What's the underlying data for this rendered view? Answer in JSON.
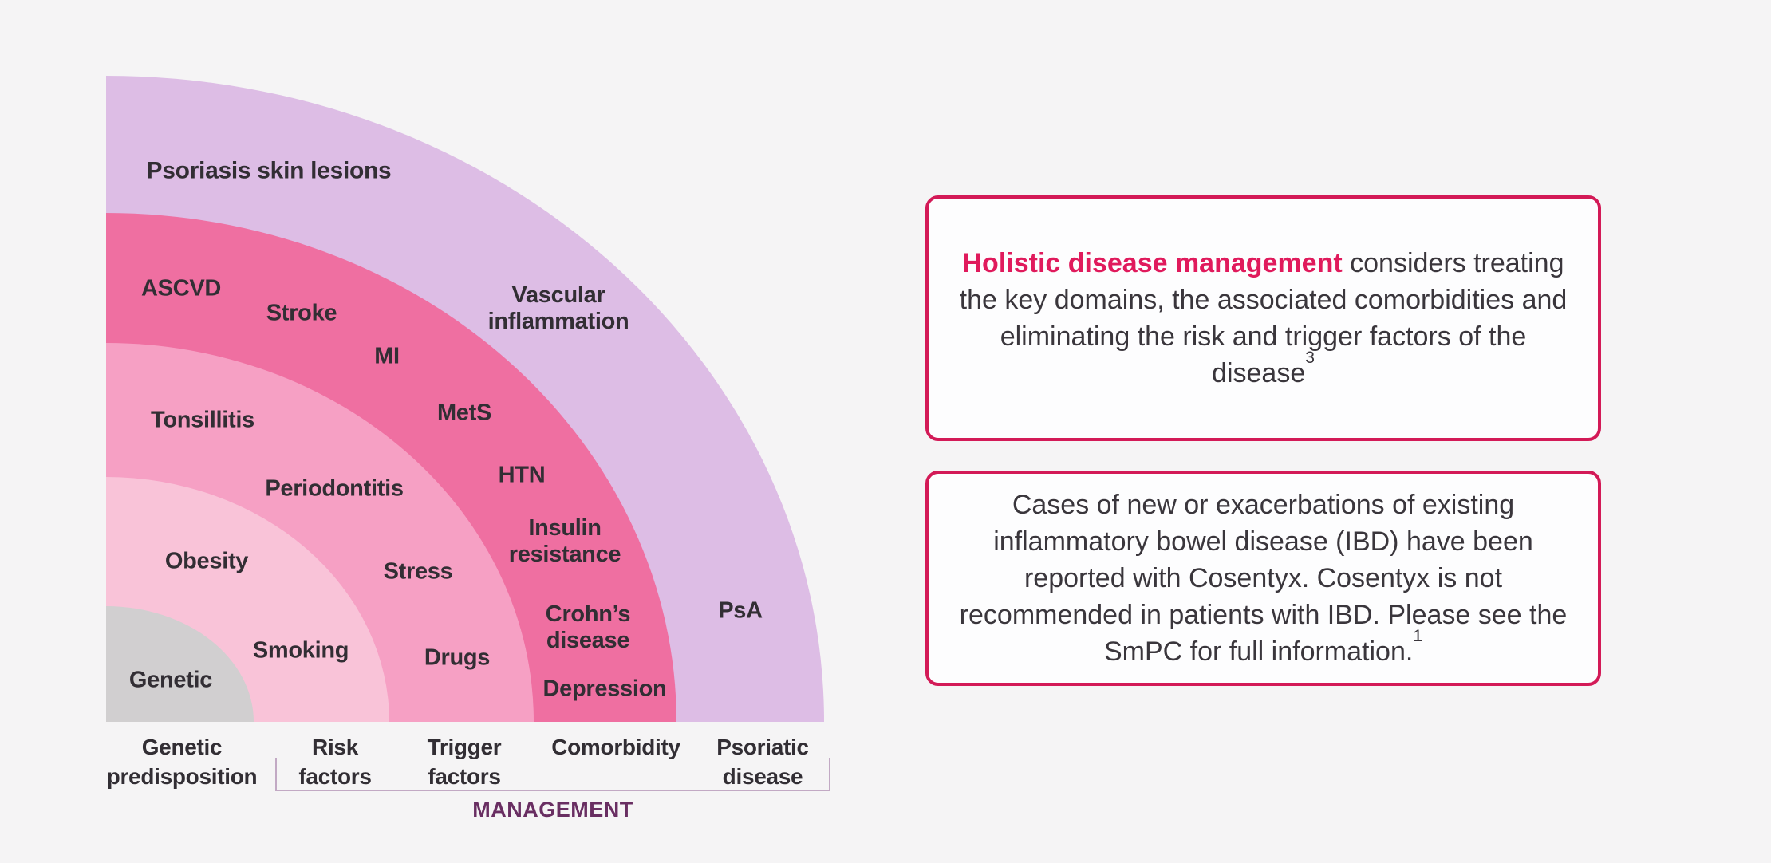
{
  "colors": {
    "background": "#f5f4f5",
    "ring_psoriatic": "#ddbde5",
    "ring_comorbidity": "#ef6fa1",
    "ring_trigger": "#f6a0c4",
    "ring_risk": "#f9c3d8",
    "ring_genetic": "#d1cfd0",
    "label_text": "#322e34",
    "management_text": "#692e62",
    "bracket_line": "#c2a9c4",
    "callout_border": "#d31a57",
    "callout_highlight": "#e01a5c",
    "callout_text": "#3a363c",
    "callout_bg": "#fdfdfe"
  },
  "diagram": {
    "labels": {
      "psoriasis_skin_lesions": "Psoriasis skin lesions",
      "vascular_inflammation": "Vascular\ninflammation",
      "psa": "PsA",
      "ascvd": "ASCVD",
      "stroke": "Stroke",
      "mi": "MI",
      "mets": "MetS",
      "htn": "HTN",
      "insulin_resistance": "Insulin\nresistance",
      "crohns_disease": "Crohn’s\ndisease",
      "depression": "Depression",
      "tonsillitis": "Tonsillitis",
      "periodontitis": "Periodontitis",
      "stress": "Stress",
      "drugs": "Drugs",
      "obesity": "Obesity",
      "smoking": "Smoking",
      "genetic": "Genetic"
    },
    "axis": {
      "genetic_predisposition": "Genetic\npredisposition",
      "risk_factors": "Risk\nfactors",
      "trigger_factors": "Trigger\nfactors",
      "comorbidity": "Comorbidity",
      "psoriatic_disease": "Psoriatic\ndisease",
      "management": "MANAGEMENT"
    }
  },
  "callouts": {
    "holistic": {
      "bold": "Holistic disease management",
      "text": " considers treating the key domains, the associated comorbidities and eliminating the risk and trigger factors of the disease",
      "superscript": "3"
    },
    "ibd": {
      "text": "Cases of new or exacerbations of existing inflammatory bowel disease (IBD) have been reported with Cosentyx. Cosentyx is not recommended in patients with IBD. Please see the SmPC for full information.",
      "superscript": "1"
    }
  }
}
